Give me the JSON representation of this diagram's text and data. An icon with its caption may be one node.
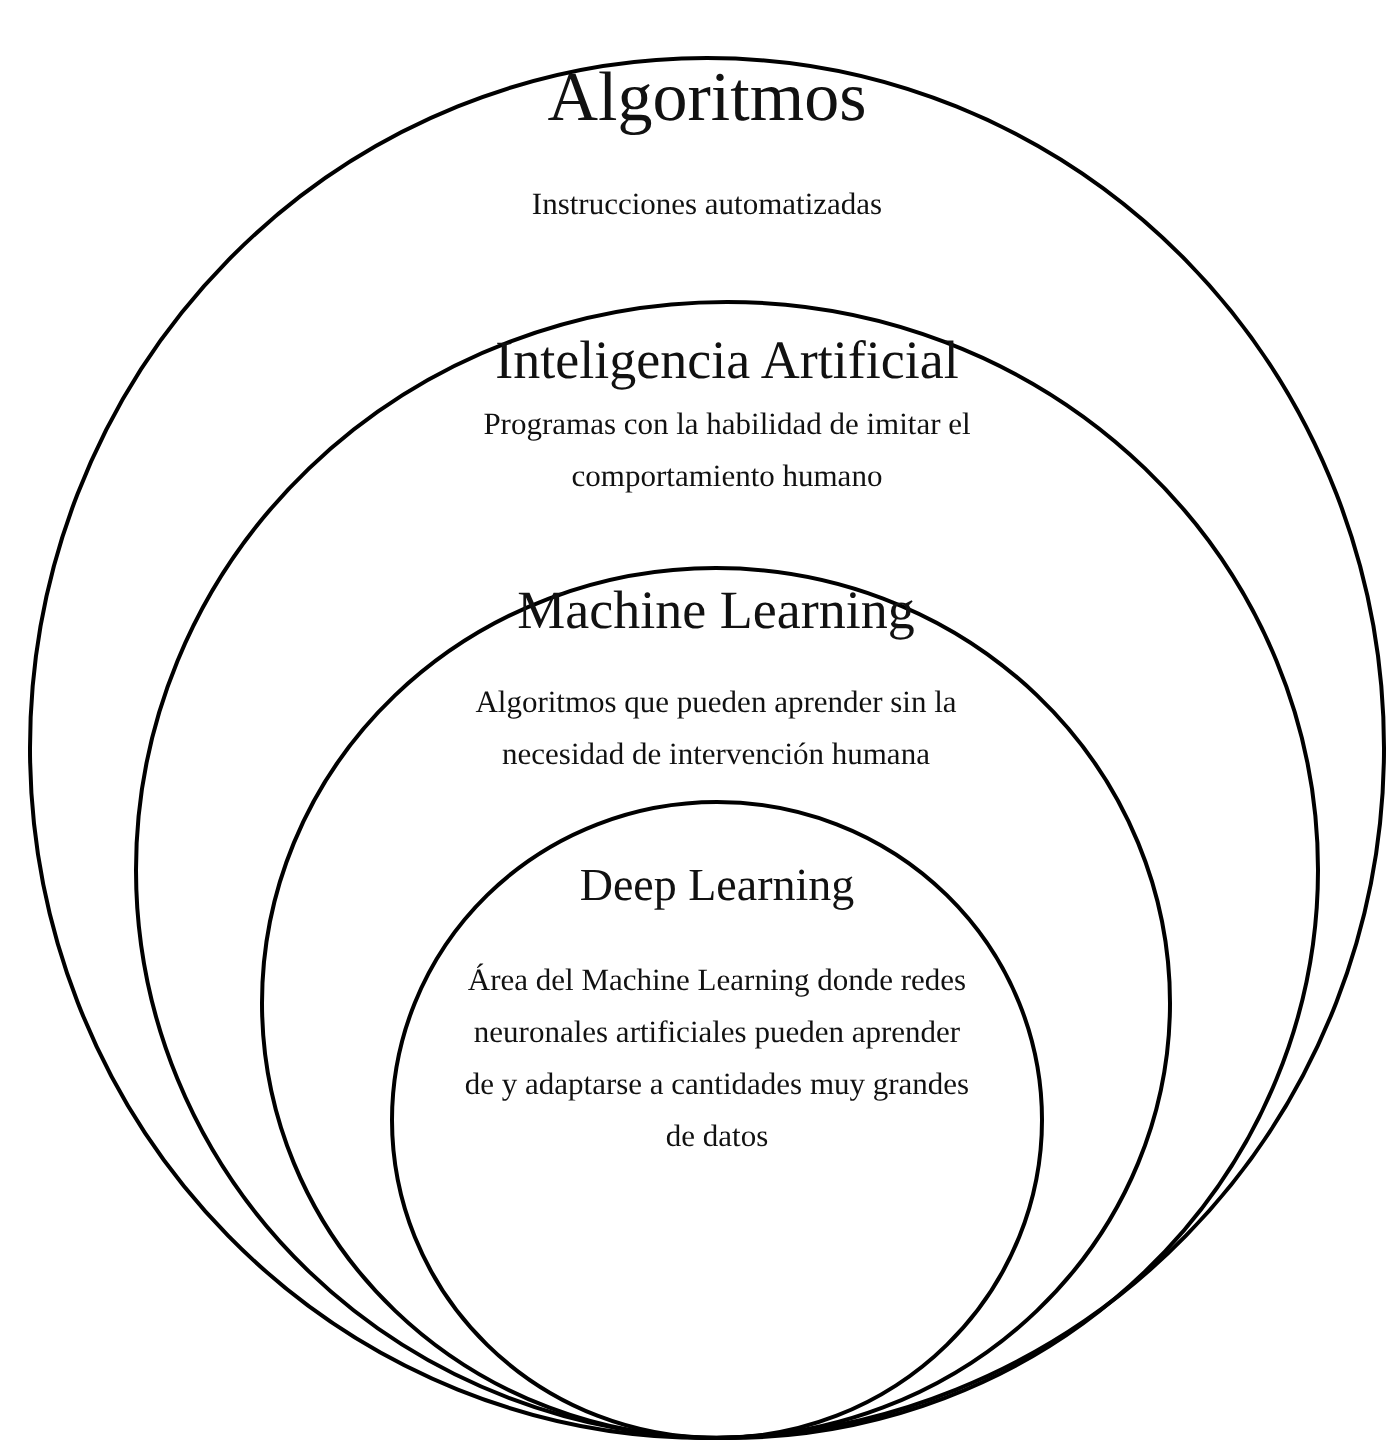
{
  "diagram": {
    "nodes": [
      {
        "text": [
          "Algoritmos",
          "Instrucciones automatizadas"
        ]
      },
      {
        "text": [
          "Inteligencia Artificial",
          "Programas con la habilidad de imitar el comportamiento humano"
        ],
        "in": 0
      },
      {
        "text": [
          "Machine Learning",
          "Algoritmos que pueden aprender sin la necesidad de intervención humana"
        ],
        "in": 1
      },
      {
        "text": [
          "Deep Learning",
          "Área del Machine Learning donde redes neuronales artificiales pueden aprender de y adaptarse a cantidades muy grandes de datos"
        ],
        "in": 2
      }
    ]
  }
}
